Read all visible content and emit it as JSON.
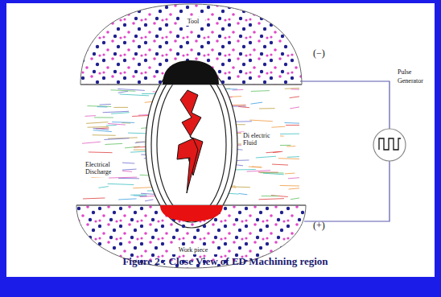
{
  "diagram": {
    "caption": "Figure 2 : Close View of ED Machining region",
    "nodes": [
      {
        "text": [
          "Tool"
        ]
      },
      {
        "text": [
          "Pulse Generator"
        ]
      },
      {
        "text": [
          "Work piece"
        ]
      }
    ],
    "edges": [
      {
        "from": 0,
        "to": 1,
        "arrow": "none"
      },
      {
        "from": 1,
        "to": 2,
        "arrow": "none"
      }
    ],
    "labels": [
      "(−)",
      "(+)",
      "Di electric Fluid",
      "Electrical Discharge"
    ]
  }
}
